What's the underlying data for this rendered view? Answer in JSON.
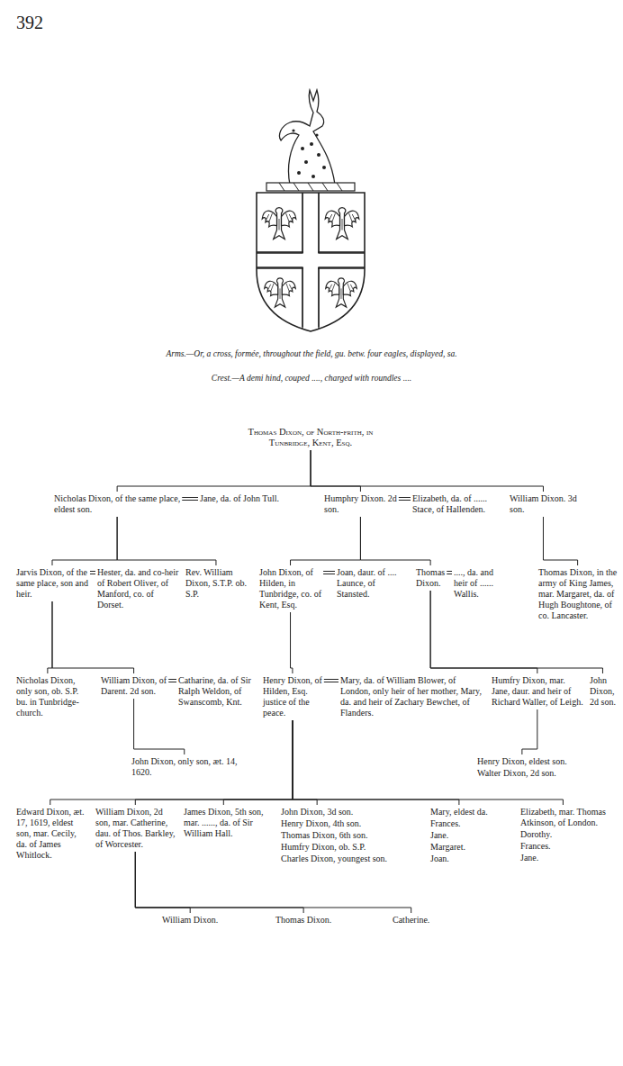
{
  "diagram": {
    "nodes": [
      {
        "text": [
          "Thomas Dixon, of North-frith, in Tunbridge, Kent, Esq."
        ]
      },
      {
        "text": [
          "Nicholas Dixon, of the same place, eldest son."
        ]
      },
      {
        "text": [
          "Jane, da. of John Tull."
        ]
      },
      {
        "text": [
          "Humphry Dixon. 2d son."
        ]
      },
      {
        "text": [
          "Elizabeth, da. of ...... Stace, of Hallenden."
        ]
      },
      {
        "text": [
          "William Dixon. 3d son."
        ]
      },
      {
        "text": [
          "Jarvis Dixon, of the same place, son and heir."
        ]
      },
      {
        "text": [
          "Hester, da. and co-heir of Robert Oliver, of Manford, co. of Dorset."
        ]
      },
      {
        "text": [
          "Rev. William Dixon, S.T.P. ob. S.P."
        ]
      },
      {
        "text": [
          "John Dixon, of Hilden, in Tunbridge, co. of Kent, Esq."
        ]
      },
      {
        "text": [
          "Joan, daur. of .... Launce, of Stansted."
        ]
      },
      {
        "text": [
          "Thomas Dixon."
        ]
      },
      {
        "text": [
          "...., da. and heir of ...... Wallis."
        ]
      },
      {
        "text": [
          "Thomas Dixon, in the army of King James, mar. Margaret, da. of Hugh Boughtone, of co. Lancaster."
        ]
      },
      {
        "text": [
          "Nicholas Dixon, only son, ob. S.P. bu. in Tunbridge-church."
        ]
      },
      {
        "text": [
          "William Dixon, of Darent. 2d son."
        ]
      },
      {
        "text": [
          "Catharine, da. of Sir Ralph Weldon, of Swanscomb, Knt."
        ]
      },
      {
        "text": [
          "Henry Dixon, of Hilden, Esq. justice of the peace."
        ]
      },
      {
        "text": [
          "Mary, da. of William Blower, of London, only heir of her mother, Mary, da. and heir of Zachary Bewchet, of Flanders."
        ]
      },
      {
        "text": [
          "Humfry Dixon, mar. Jane, daur. and heir of Richard Waller, of Leigh."
        ]
      },
      {
        "text": [
          "John Dixon, 2d son."
        ]
      },
      {
        "text": [
          "John Dixon, only son, æt. 14, 1620."
        ]
      },
      {
        "text": [
          "Henry Dixon, eldest son."
        ]
      },
      {
        "text": [
          "Walter Dixon, 2d son."
        ]
      },
      {
        "text": [
          "Edward Dixon, æt. 17, 1619, eldest son, mar. Cecily, da. of James Whitlock."
        ]
      },
      {
        "text": [
          "William Dixon, 2d son, mar. Catherine, dau. of Thos. Barkley, of Worcester."
        ]
      },
      {
        "text": [
          "James Dixon, 5th son, mar. ......, da. of Sir William Hall."
        ]
      },
      {
        "text": [
          "John Dixon, 3d son."
        ]
      },
      {
        "text": [
          "Henry Dixon, 4th son."
        ]
      },
      {
        "text": [
          "Thomas Dixon, 6th son."
        ]
      },
      {
        "text": [
          "Humfry Dixon, ob. S.P."
        ]
      },
      {
        "text": [
          "Charles Dixon, youngest son."
        ]
      },
      {
        "text": [
          "Mary, eldest da."
        ]
      },
      {
        "text": [
          "Frances."
        ]
      },
      {
        "text": [
          "Jane."
        ]
      },
      {
        "text": [
          "Margaret."
        ]
      },
      {
        "text": [
          "Joan."
        ]
      },
      {
        "text": [
          "Elizabeth, mar. Thomas Atkinson, of London."
        ]
      },
      {
        "text": [
          "Dorothy."
        ]
      },
      {
        "text": [
          "Frances."
        ]
      },
      {
        "text": [
          "Jane."
        ]
      },
      {
        "text": [
          "William Dixon."
        ]
      },
      {
        "text": [
          "Thomas Dixon."
        ]
      },
      {
        "text": [
          "Catherine."
        ]
      }
    ],
    "edges": [
      {
        "from": 0,
        "to": 1,
        "arrow": "none"
      },
      {
        "from": 0,
        "to": 3,
        "arrow": "none"
      },
      {
        "from": 0,
        "to": 5,
        "arrow": "none"
      },
      {
        "from": 1,
        "to": 2,
        "arrow": "none"
      },
      {
        "from": 3,
        "to": 4,
        "arrow": "none"
      },
      {
        "from": 5,
        "to": 13,
        "arrow": "none"
      },
      {
        "from": 1,
        "to": 6,
        "arrow": "none"
      },
      {
        "from": 1,
        "to": 8,
        "arrow": "none"
      },
      {
        "from": 6,
        "to": 7,
        "arrow": "none"
      },
      {
        "from": 3,
        "to": 9,
        "arrow": "none"
      },
      {
        "from": 3,
        "to": 11,
        "arrow": "none"
      },
      {
        "from": 9,
        "to": 10,
        "arrow": "none"
      },
      {
        "from": 11,
        "to": 12,
        "arrow": "none"
      },
      {
        "from": 6,
        "to": 14,
        "arrow": "none"
      },
      {
        "from": 6,
        "to": 15,
        "arrow": "none"
      },
      {
        "from": 15,
        "to": 16,
        "arrow": "none"
      },
      {
        "from": 9,
        "to": 17,
        "arrow": "none"
      },
      {
        "from": 17,
        "to": 18,
        "arrow": "none"
      },
      {
        "from": 11,
        "to": 19,
        "arrow": "none"
      },
      {
        "from": 11,
        "to": 20,
        "arrow": "none"
      },
      {
        "from": 15,
        "to": 21,
        "arrow": "none"
      },
      {
        "from": 19,
        "to": 22,
        "arrow": "none"
      },
      {
        "from": 17,
        "to": 24,
        "arrow": "none"
      },
      {
        "from": 17,
        "to": 25,
        "arrow": "none"
      },
      {
        "from": 17,
        "to": 26,
        "arrow": "none"
      },
      {
        "from": 17,
        "to": 27,
        "arrow": "none"
      },
      {
        "from": 17,
        "to": 32,
        "arrow": "none"
      },
      {
        "from": 17,
        "to": 37,
        "arrow": "none"
      },
      {
        "from": 25,
        "to": 41,
        "arrow": "none"
      },
      {
        "from": 25,
        "to": 42,
        "arrow": "none"
      },
      {
        "from": 25,
        "to": 43,
        "arrow": "none"
      }
    ],
    "labels": [
      "392",
      "Arms.—Or, a cross, formée, throughout the field, gu. betw. four eagles, displayed, sa.",
      "Crest.—A demi hind, couped ...., charged with roundles ...."
    ]
  }
}
